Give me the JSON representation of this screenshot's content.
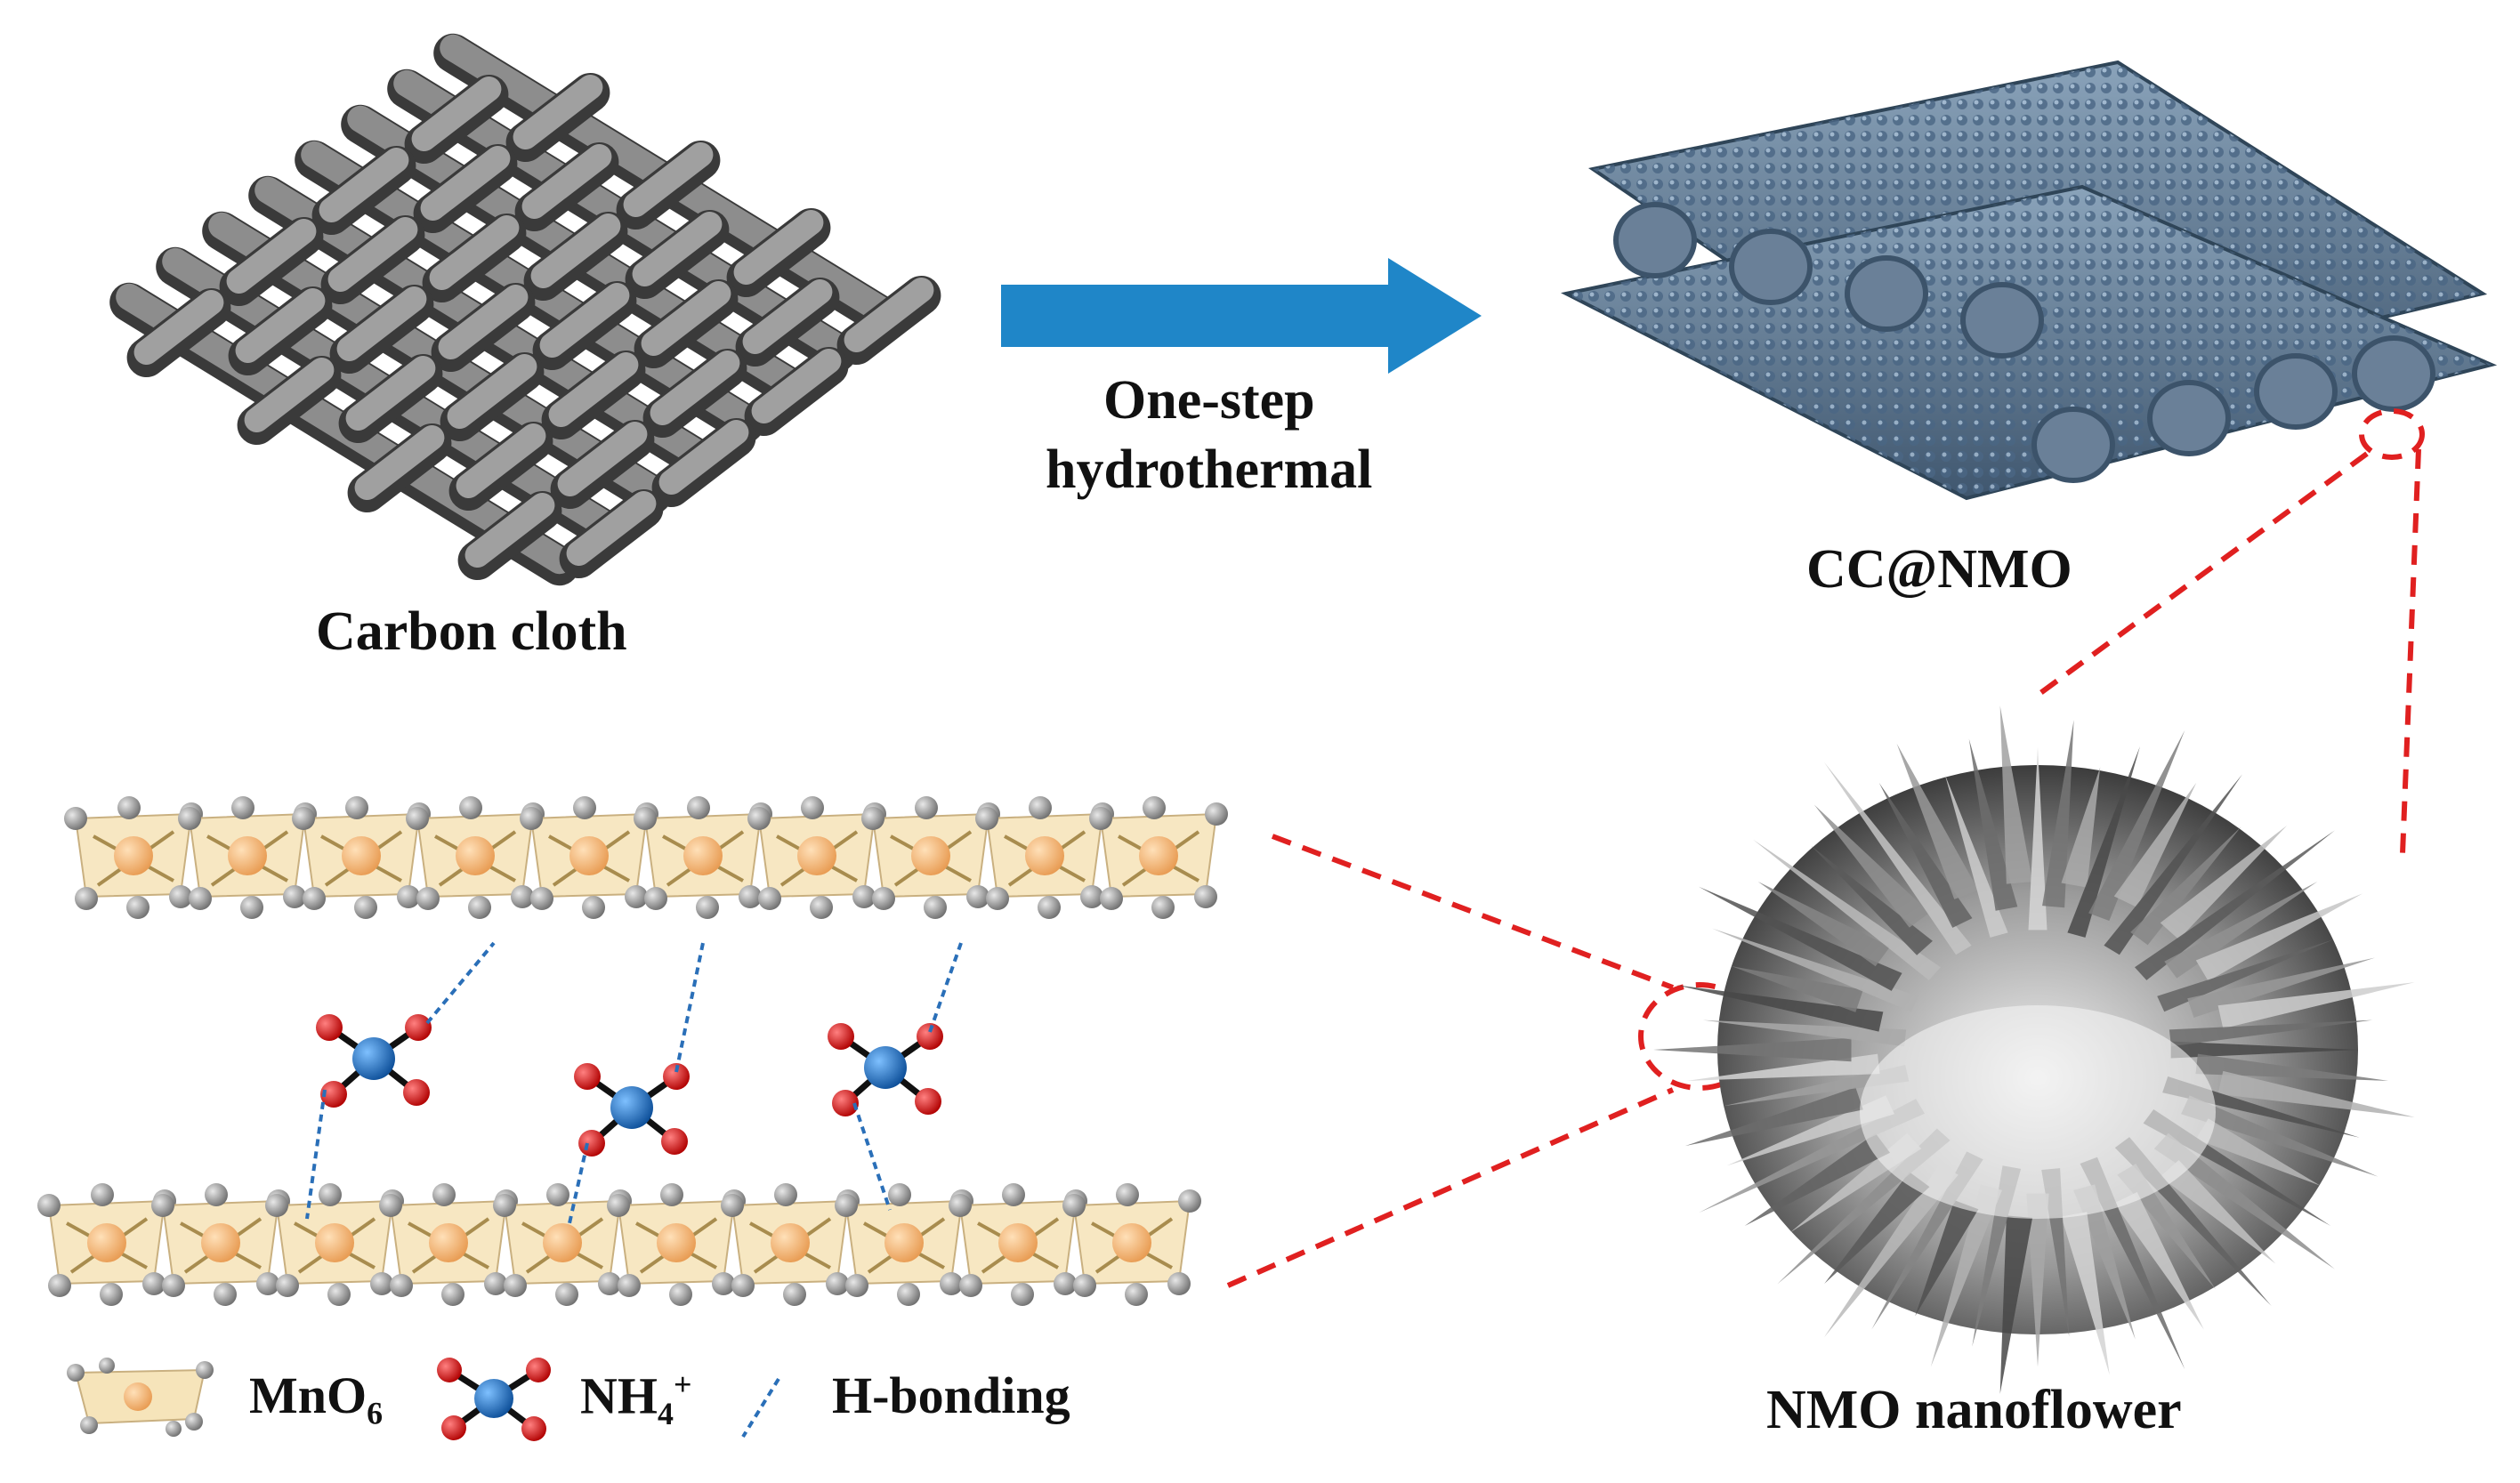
{
  "labels": {
    "carbon_cloth": "Carbon cloth",
    "step_line1": "One-step",
    "step_line2": "hydrothermal",
    "cc_nmo": "CC@NMO",
    "nmo_nanoflower": "NMO nanoflower"
  },
  "legend": {
    "mno6_base": "MnO",
    "mno6_sub": "6",
    "nh4_base": "NH",
    "nh4_sub": "4",
    "nh4_sup": "+",
    "hbond": "H-bonding"
  },
  "colors": {
    "arrow": "#1f86c8",
    "fiber": "#6e6e6e",
    "coated_fiber": "#5f7790",
    "flower": "#555555",
    "octahedron": "#f4dfae",
    "mn_atom": "#f6b672",
    "o_atom_gray": "#9a9a9a",
    "n_atom": "#1e6fc0",
    "h_atom": "#d81b1b",
    "zoom_line": "#e02020",
    "hbond_line": "#2a6fb8"
  }
}
